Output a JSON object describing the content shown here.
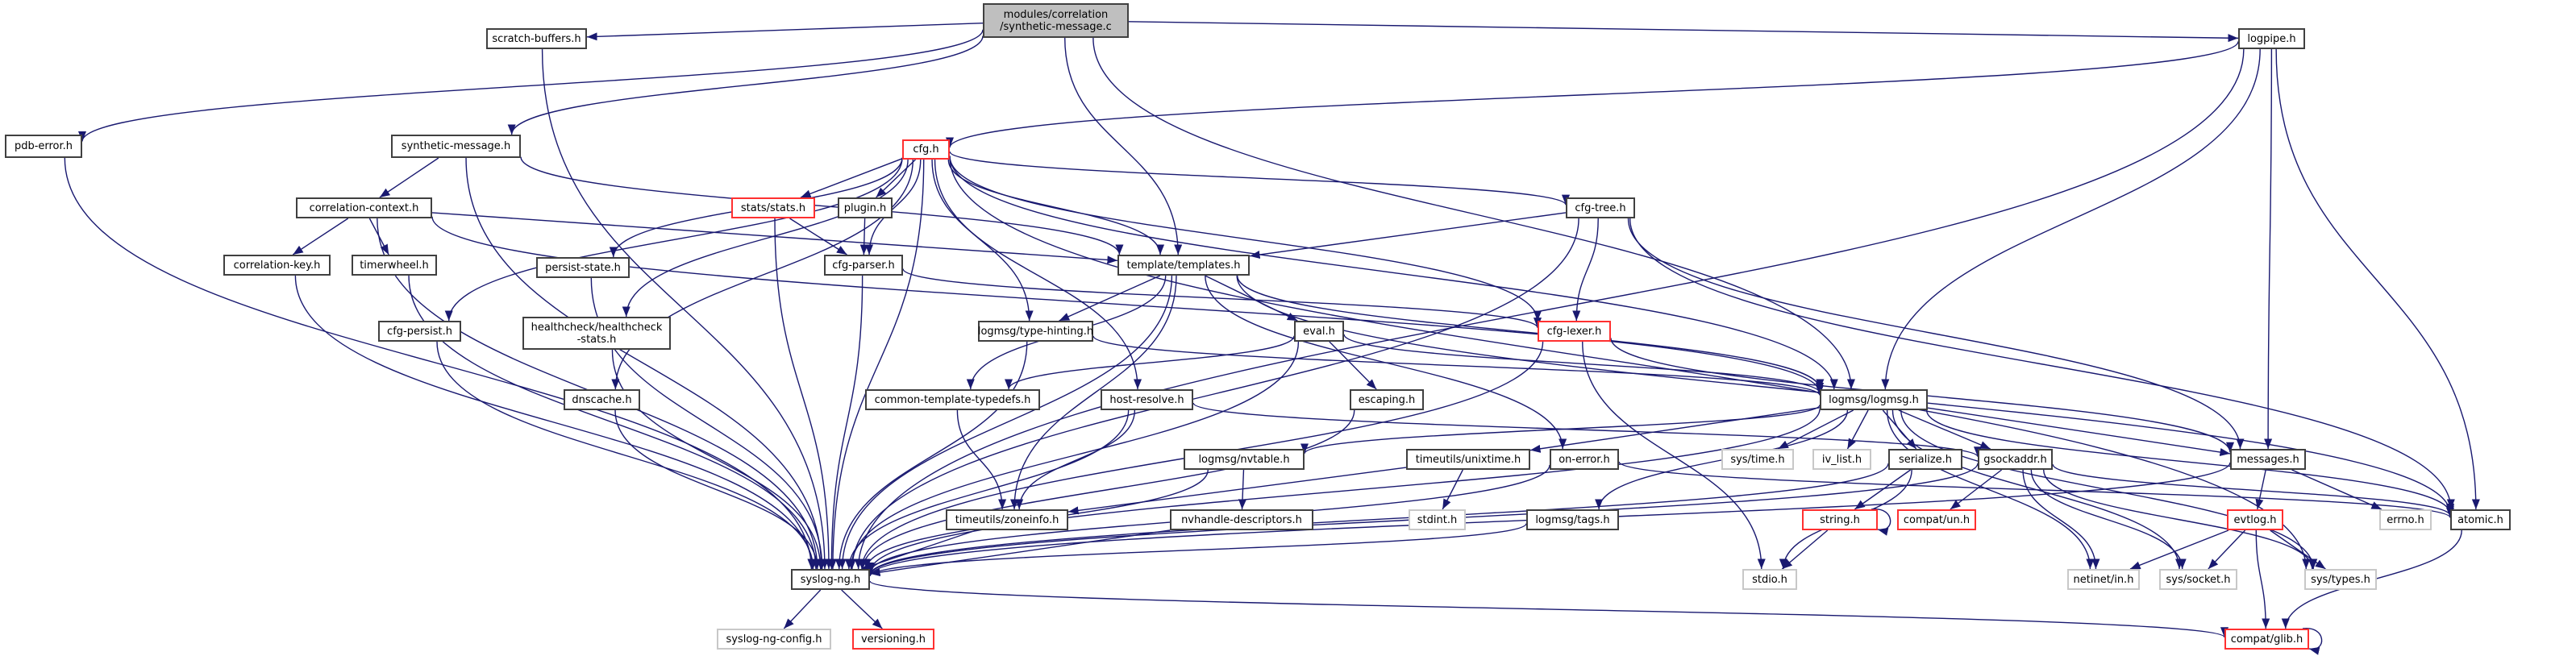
{
  "title": "modules/correlation/synthetic-message.c include dependency graph",
  "colors": {
    "edge": "#191970",
    "node_border": "#404040",
    "node_border_incomplete": "#ff0000",
    "node_border_external": "#bfbfbf",
    "root_fill": "#bfbfbf"
  },
  "nodes": [
    {
      "id": "root",
      "label": "modules/correlation\n/synthetic-message.c",
      "style": "root"
    },
    {
      "id": "scratch",
      "label": "scratch-buffers.h",
      "style": "normal"
    },
    {
      "id": "logpipe",
      "label": "logpipe.h",
      "style": "normal"
    },
    {
      "id": "pdberr",
      "label": "pdb-error.h",
      "style": "normal"
    },
    {
      "id": "synmsg",
      "label": "synthetic-message.h",
      "style": "normal"
    },
    {
      "id": "cfg",
      "label": "cfg.h",
      "style": "red"
    },
    {
      "id": "corrctx",
      "label": "correlation-context.h",
      "style": "normal"
    },
    {
      "id": "stats",
      "label": "stats/stats.h",
      "style": "red"
    },
    {
      "id": "plugin",
      "label": "plugin.h",
      "style": "normal"
    },
    {
      "id": "cfgtree",
      "label": "cfg-tree.h",
      "style": "normal"
    },
    {
      "id": "corrkey",
      "label": "correlation-key.h",
      "style": "normal"
    },
    {
      "id": "timerwheel",
      "label": "timerwheel.h",
      "style": "normal"
    },
    {
      "id": "persist",
      "label": "persist-state.h",
      "style": "normal"
    },
    {
      "id": "cfgparser",
      "label": "cfg-parser.h",
      "style": "normal"
    },
    {
      "id": "templates",
      "label": "template/templates.h",
      "style": "normal"
    },
    {
      "id": "cfgpersist",
      "label": "cfg-persist.h",
      "style": "normal"
    },
    {
      "id": "healthcheck",
      "label": "healthcheck/healthcheck\n-stats.h",
      "style": "normal"
    },
    {
      "id": "typehint",
      "label": "logmsg/type-hinting.h",
      "style": "normal"
    },
    {
      "id": "eval",
      "label": "eval.h",
      "style": "normal"
    },
    {
      "id": "cfglexer",
      "label": "cfg-lexer.h",
      "style": "red"
    },
    {
      "id": "dnscache",
      "label": "dnscache.h",
      "style": "normal"
    },
    {
      "id": "commontt",
      "label": "common-template-typedefs.h",
      "style": "normal"
    },
    {
      "id": "hostres",
      "label": "host-resolve.h",
      "style": "normal"
    },
    {
      "id": "escaping",
      "label": "escaping.h",
      "style": "normal"
    },
    {
      "id": "logmsg",
      "label": "logmsg/logmsg.h",
      "style": "normal"
    },
    {
      "id": "nvtable",
      "label": "logmsg/nvtable.h",
      "style": "normal"
    },
    {
      "id": "unixtime",
      "label": "timeutils/unixtime.h",
      "style": "normal"
    },
    {
      "id": "onerror",
      "label": "on-error.h",
      "style": "normal"
    },
    {
      "id": "systime",
      "label": "sys/time.h",
      "style": "ext"
    },
    {
      "id": "ivlist",
      "label": "iv_list.h",
      "style": "ext"
    },
    {
      "id": "serialize",
      "label": "serialize.h",
      "style": "normal"
    },
    {
      "id": "gsockaddr",
      "label": "gsockaddr.h",
      "style": "normal"
    },
    {
      "id": "messages",
      "label": "messages.h",
      "style": "normal"
    },
    {
      "id": "zoneinfo",
      "label": "timeutils/zoneinfo.h",
      "style": "normal"
    },
    {
      "id": "nvhandle",
      "label": "nvhandle-descriptors.h",
      "style": "normal"
    },
    {
      "id": "stdint",
      "label": "stdint.h",
      "style": "ext"
    },
    {
      "id": "tags",
      "label": "logmsg/tags.h",
      "style": "normal"
    },
    {
      "id": "string",
      "label": "string.h",
      "style": "red"
    },
    {
      "id": "compatun",
      "label": "compat/un.h",
      "style": "red"
    },
    {
      "id": "evtlog",
      "label": "evtlog.h",
      "style": "red"
    },
    {
      "id": "errno",
      "label": "errno.h",
      "style": "ext"
    },
    {
      "id": "atomic",
      "label": "atomic.h",
      "style": "normal"
    },
    {
      "id": "syslogng",
      "label": "syslog-ng.h",
      "style": "normal"
    },
    {
      "id": "stdio",
      "label": "stdio.h",
      "style": "ext"
    },
    {
      "id": "netinet",
      "label": "netinet/in.h",
      "style": "ext"
    },
    {
      "id": "syssocket",
      "label": "sys/socket.h",
      "style": "ext"
    },
    {
      "id": "systypes",
      "label": "sys/types.h",
      "style": "ext"
    },
    {
      "id": "sngconfig",
      "label": "syslog-ng-config.h",
      "style": "ext"
    },
    {
      "id": "versioning",
      "label": "versioning.h",
      "style": "red"
    },
    {
      "id": "compatglib",
      "label": "compat/glib.h",
      "style": "red"
    }
  ],
  "edges": [
    [
      "root",
      "scratch"
    ],
    [
      "root",
      "pdberr"
    ],
    [
      "root",
      "synmsg"
    ],
    [
      "root",
      "templates"
    ],
    [
      "root",
      "logpipe"
    ],
    [
      "root",
      "logmsg"
    ],
    [
      "scratch",
      "syslogng"
    ],
    [
      "pdberr",
      "syslogng"
    ],
    [
      "synmsg",
      "corrctx"
    ],
    [
      "synmsg",
      "syslogng"
    ],
    [
      "synmsg",
      "templates"
    ],
    [
      "corrctx",
      "corrkey"
    ],
    [
      "corrctx",
      "timerwheel"
    ],
    [
      "corrctx",
      "syslogng"
    ],
    [
      "corrctx",
      "templates"
    ],
    [
      "corrctx",
      "logmsg"
    ],
    [
      "corrkey",
      "syslogng"
    ],
    [
      "timerwheel",
      "syslogng"
    ],
    [
      "logpipe",
      "cfg"
    ],
    [
      "logpipe",
      "logmsg"
    ],
    [
      "logpipe",
      "messages"
    ],
    [
      "logpipe",
      "atomic"
    ],
    [
      "logpipe",
      "syslogng"
    ],
    [
      "cfg",
      "stats"
    ],
    [
      "cfg",
      "plugin"
    ],
    [
      "cfg",
      "cfgparser"
    ],
    [
      "cfg",
      "persist"
    ],
    [
      "cfg",
      "templates"
    ],
    [
      "cfg",
      "cfgpersist"
    ],
    [
      "cfg",
      "healthcheck"
    ],
    [
      "cfg",
      "dnscache"
    ],
    [
      "cfg",
      "typehint"
    ],
    [
      "cfg",
      "cfgtree"
    ],
    [
      "cfg",
      "cfglexer"
    ],
    [
      "cfg",
      "hostres"
    ],
    [
      "cfg",
      "syslogng"
    ],
    [
      "cfg",
      "systypes"
    ],
    [
      "cfg",
      "logmsg"
    ],
    [
      "stats",
      "cfgparser"
    ],
    [
      "stats",
      "syslogng"
    ],
    [
      "plugin",
      "cfgparser"
    ],
    [
      "cfgparser",
      "cfglexer"
    ],
    [
      "cfgparser",
      "syslogng"
    ],
    [
      "cfgtree",
      "templates"
    ],
    [
      "cfgtree",
      "cfglexer"
    ],
    [
      "cfgtree",
      "messages"
    ],
    [
      "cfgtree",
      "atomic"
    ],
    [
      "cfgtree",
      "syslogng"
    ],
    [
      "persist",
      "syslogng"
    ],
    [
      "cfgpersist",
      "syslogng"
    ],
    [
      "healthcheck",
      "syslogng"
    ],
    [
      "dnscache",
      "syslogng"
    ],
    [
      "templates",
      "typehint"
    ],
    [
      "templates",
      "eval"
    ],
    [
      "templates",
      "commontt"
    ],
    [
      "templates",
      "onerror"
    ],
    [
      "templates",
      "zoneinfo"
    ],
    [
      "templates",
      "syslogng"
    ],
    [
      "templates",
      "logmsg"
    ],
    [
      "templates",
      "atomic"
    ],
    [
      "typehint",
      "logmsg"
    ],
    [
      "typehint",
      "syslogng"
    ],
    [
      "eval",
      "escaping"
    ],
    [
      "eval",
      "logmsg"
    ],
    [
      "eval",
      "commontt"
    ],
    [
      "eval",
      "syslogng"
    ],
    [
      "cfglexer",
      "stdio"
    ],
    [
      "cfglexer",
      "messages"
    ],
    [
      "cfglexer",
      "syslogng"
    ],
    [
      "commontt",
      "zoneinfo"
    ],
    [
      "hostres",
      "zoneinfo"
    ],
    [
      "hostres",
      "gsockaddr"
    ],
    [
      "hostres",
      "syslogng"
    ],
    [
      "escaping",
      "syslogng"
    ],
    [
      "logmsg",
      "nvtable"
    ],
    [
      "logmsg",
      "unixtime"
    ],
    [
      "logmsg",
      "tags"
    ],
    [
      "logmsg",
      "systime"
    ],
    [
      "logmsg",
      "ivlist"
    ],
    [
      "logmsg",
      "serialize"
    ],
    [
      "logmsg",
      "gsockaddr"
    ],
    [
      "logmsg",
      "messages"
    ],
    [
      "logmsg",
      "atomic"
    ],
    [
      "logmsg",
      "netinet"
    ],
    [
      "logmsg",
      "syssocket"
    ],
    [
      "logmsg",
      "systypes"
    ],
    [
      "logmsg",
      "syslogng"
    ],
    [
      "nvtable",
      "nvhandle"
    ],
    [
      "nvtable",
      "syslogng"
    ],
    [
      "unixtime",
      "stdint"
    ],
    [
      "unixtime",
      "zoneinfo"
    ],
    [
      "onerror",
      "syslogng"
    ],
    [
      "onerror",
      "atomic"
    ],
    [
      "serialize",
      "string"
    ],
    [
      "serialize",
      "stdio"
    ],
    [
      "serialize",
      "syslogng"
    ],
    [
      "gsockaddr",
      "compatun"
    ],
    [
      "gsockaddr",
      "netinet"
    ],
    [
      "gsockaddr",
      "syssocket"
    ],
    [
      "gsockaddr",
      "systypes"
    ],
    [
      "gsockaddr",
      "atomic"
    ],
    [
      "gsockaddr",
      "syslogng"
    ],
    [
      "messages",
      "evtlog"
    ],
    [
      "messages",
      "errno"
    ],
    [
      "messages",
      "syslogng"
    ],
    [
      "zoneinfo",
      "syslogng"
    ],
    [
      "nvhandle",
      "syslogng"
    ],
    [
      "tags",
      "syslogng"
    ],
    [
      "string",
      "string"
    ],
    [
      "string",
      "stdio"
    ],
    [
      "evtlog",
      "netinet"
    ],
    [
      "evtlog",
      "syssocket"
    ],
    [
      "evtlog",
      "systypes"
    ],
    [
      "evtlog",
      "compatglib"
    ],
    [
      "atomic",
      "compatglib"
    ],
    [
      "syslogng",
      "sngconfig"
    ],
    [
      "syslogng",
      "versioning"
    ],
    [
      "syslogng",
      "compatglib"
    ],
    [
      "compatglib",
      "compatglib"
    ]
  ]
}
